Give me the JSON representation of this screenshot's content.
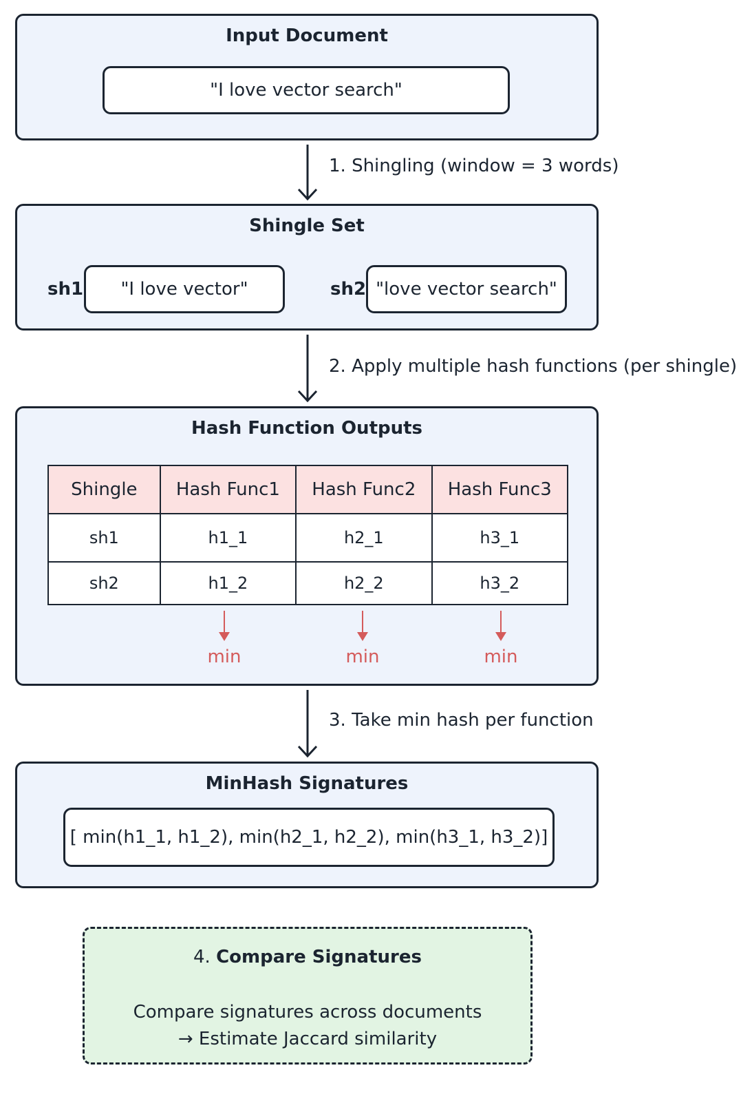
{
  "input": {
    "title": "Input Document",
    "text": "\"I love vector search\""
  },
  "step1": "1. Shingling (window = 3 words)",
  "shingles": {
    "title": "Shingle Set",
    "items": [
      {
        "id": "sh1",
        "text": "\"I love vector\""
      },
      {
        "id": "sh2",
        "text": "\"love vector search\""
      }
    ]
  },
  "step2": "2. Apply multiple hash functions (per shingle)",
  "hash": {
    "title": "Hash Function Outputs",
    "headers": [
      "Shingle",
      "Hash Func1",
      "Hash Func2",
      "Hash Func3"
    ],
    "rows": [
      [
        "sh1",
        "h1_1",
        "h2_1",
        "h3_1"
      ],
      [
        "sh2",
        "h1_2",
        "h2_2",
        "h3_2"
      ]
    ],
    "min_label": "min"
  },
  "step3": "3. Take min hash per function",
  "signatures": {
    "title": "MinHash Signatures",
    "value": "[ min(h1_1, h1_2), min(h2_1, h2_2), min(h3_1, h3_2)]"
  },
  "compare": {
    "number": "4.",
    "title": "Compare Signatures",
    "line1": "Compare signatures across documents",
    "line2": "→ Estimate Jaccard similarity"
  },
  "colors": {
    "panel_bg": "#eef3fc",
    "header_bg": "#fce1e1",
    "min_red": "#d45b5b",
    "compare_bg": "#e2f4e3",
    "stroke": "#1b2430"
  }
}
